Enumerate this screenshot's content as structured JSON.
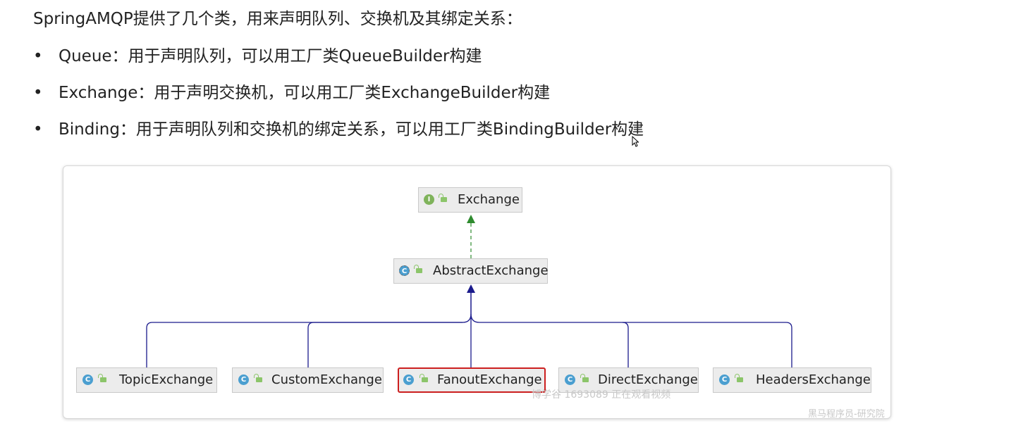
{
  "intro_text": "SpringAMQP提供了几个类，用来声明队列、交换机及其绑定关系：",
  "bullets": [
    {
      "marker": "•",
      "text": "Queue：用于声明队列，可以用工厂类QueueBuilder构建"
    },
    {
      "marker": "•",
      "text": "Exchange：用于声明交换机，可以用工厂类ExchangeBuilder构建"
    },
    {
      "marker": "•",
      "text": "Binding：用于声明队列和交换机的绑定关系，可以用工厂类BindingBuilder构建"
    }
  ],
  "diagram": {
    "nodes": {
      "exchange": {
        "label": "Exchange",
        "kind": "interface",
        "icon_letter": "I"
      },
      "abstract_exchange": {
        "label": "AbstractExchange",
        "kind": "abstract-class",
        "icon_letter": "C"
      },
      "topic_exchange": {
        "label": "TopicExchange",
        "kind": "class",
        "icon_letter": "C"
      },
      "custom_exchange": {
        "label": "CustomExchange",
        "kind": "class",
        "icon_letter": "C"
      },
      "fanout_exchange": {
        "label": "FanoutExchange",
        "kind": "class",
        "icon_letter": "C",
        "highlighted": true
      },
      "direct_exchange": {
        "label": "DirectExchange",
        "kind": "class",
        "icon_letter": "C"
      },
      "headers_exchange": {
        "label": "HeadersExchange",
        "kind": "class",
        "icon_letter": "C"
      }
    },
    "edges": [
      {
        "from": "abstract_exchange",
        "to": "exchange",
        "type": "implements",
        "style": "dashed",
        "color": "#2e8b2e"
      },
      {
        "from": "topic_exchange",
        "to": "abstract_exchange",
        "type": "extends",
        "style": "solid",
        "color": "#1a1a8c"
      },
      {
        "from": "custom_exchange",
        "to": "abstract_exchange",
        "type": "extends",
        "style": "solid",
        "color": "#1a1a8c"
      },
      {
        "from": "fanout_exchange",
        "to": "abstract_exchange",
        "type": "extends",
        "style": "solid",
        "color": "#1a1a8c"
      },
      {
        "from": "direct_exchange",
        "to": "abstract_exchange",
        "type": "extends",
        "style": "solid",
        "color": "#1a1a8c"
      },
      {
        "from": "headers_exchange",
        "to": "abstract_exchange",
        "type": "extends",
        "style": "solid",
        "color": "#1a1a8c"
      }
    ],
    "highlight_color": "#cc1f1f"
  },
  "watermarks": {
    "viewer_notice": "博学谷 1693089 正在观看视频",
    "brand": "黑马程序员-研究院"
  }
}
